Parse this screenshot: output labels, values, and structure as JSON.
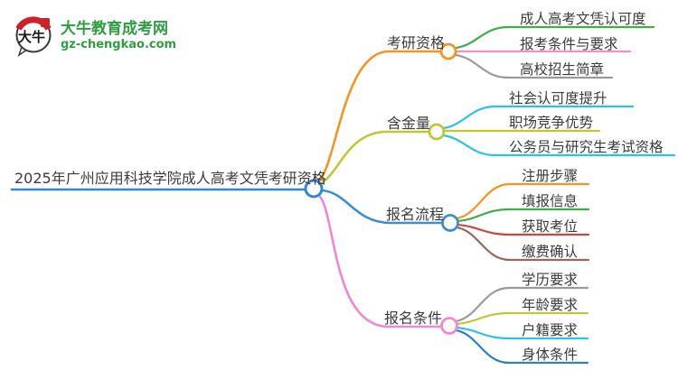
{
  "logo": {
    "icon_text": "大牛",
    "site_name": "大牛教育成考网",
    "site_domain": "gz-chengkao.com",
    "brand_green": "#2e9e41",
    "seal_red": "#cc2229"
  },
  "palette": {
    "text_dark": "#3c3c3c",
    "root_blue": "#3187d6"
  },
  "mindmap": {
    "root": {
      "label": "2025年广州应用科技学院成人高考文凭考研资格",
      "color": "#3187d6"
    },
    "branches": [
      {
        "label": "考研资格",
        "color": "#f7941e",
        "children": [
          {
            "label": "成人高考文凭认可度",
            "color": "#3fae49"
          },
          {
            "label": "报考条件与要求",
            "color": "#f48fc0"
          },
          {
            "label": "高校招生简章",
            "color": "#9a9a9a"
          }
        ]
      },
      {
        "label": "含金量",
        "color": "#c0c636",
        "children": [
          {
            "label": "社会认可度提升",
            "color": "#29c3e6"
          },
          {
            "label": "职场竞争优势",
            "color": "#c0c636"
          },
          {
            "label": "公务员与研究生考试资格",
            "color": "#29c3e6"
          }
        ]
      },
      {
        "label": "报名流程",
        "color": "#3e8ed0",
        "children": [
          {
            "label": "注册步骤",
            "color": "#f7941e"
          },
          {
            "label": "填报信息",
            "color": "#3fae49"
          },
          {
            "label": "获取考位",
            "color": "#cc4540"
          },
          {
            "label": "缴费确认",
            "color": "#96685c"
          }
        ]
      },
      {
        "label": "报名条件",
        "color": "#ee87d4",
        "children": [
          {
            "label": "学历要求",
            "color": "#9a9a9a"
          },
          {
            "label": "年龄要求",
            "color": "#c0c636"
          },
          {
            "label": "户籍要求",
            "color": "#29c3e6"
          },
          {
            "label": "身体条件",
            "color": "#2a7fc9"
          }
        ]
      }
    ]
  }
}
